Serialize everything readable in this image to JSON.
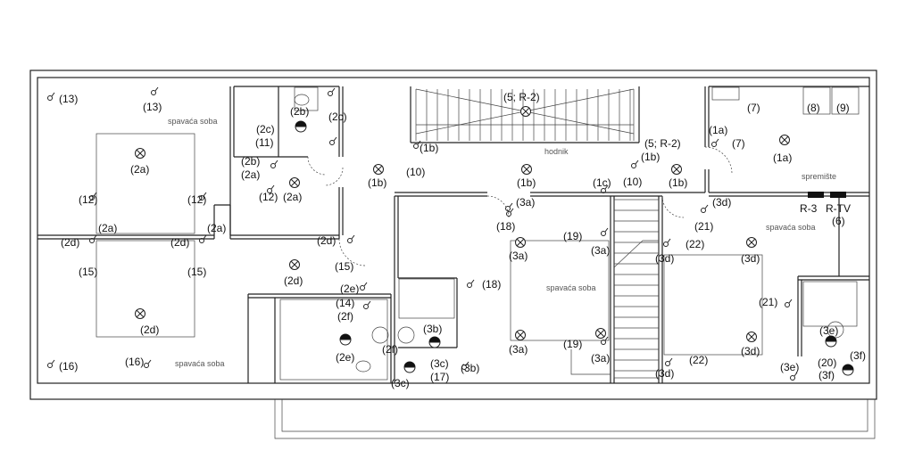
{
  "rooms": [
    {
      "id": "r1",
      "text": "spavaća soba"
    },
    {
      "id": "r2",
      "text": "spavaća soba"
    },
    {
      "id": "r3",
      "text": "hodnik"
    },
    {
      "id": "r4",
      "text": "spremište"
    },
    {
      "id": "r5",
      "text": "spavaća soba"
    },
    {
      "id": "r6",
      "text": "spavaća soba"
    }
  ],
  "panels": [
    {
      "id": "p1",
      "text": "R-3"
    },
    {
      "id": "p2",
      "text": "R-TV"
    }
  ],
  "labels": [
    {
      "id": "l1",
      "text": "(13)"
    },
    {
      "id": "l2",
      "text": "(13)"
    },
    {
      "id": "l3",
      "text": "(2a)"
    },
    {
      "id": "l4",
      "text": "(2c)"
    },
    {
      "id": "l5",
      "text": "(11)"
    },
    {
      "id": "l6",
      "text": "(2b)"
    },
    {
      "id": "l7",
      "text": "(2c)"
    },
    {
      "id": "l8",
      "text": "(2b)"
    },
    {
      "id": "l9",
      "text": "(2a)"
    },
    {
      "id": "l10",
      "text": "(12)"
    },
    {
      "id": "l11",
      "text": "(2a)"
    },
    {
      "id": "l12",
      "text": "(12)"
    },
    {
      "id": "l13",
      "text": "(2a)"
    },
    {
      "id": "l14",
      "text": "(12)"
    },
    {
      "id": "l15",
      "text": "(2a)"
    },
    {
      "id": "l16",
      "text": "(2d)"
    },
    {
      "id": "l17",
      "text": "(2d)"
    },
    {
      "id": "l18",
      "text": "(15)"
    },
    {
      "id": "l19",
      "text": "(15)"
    },
    {
      "id": "l20",
      "text": "(2d)"
    },
    {
      "id": "l21",
      "text": "(16)"
    },
    {
      "id": "l22",
      "text": "(16)"
    },
    {
      "id": "l23",
      "text": "(5; R-2)"
    },
    {
      "id": "l24",
      "text": "(1b)"
    },
    {
      "id": "l25",
      "text": "(10)"
    },
    {
      "id": "l26",
      "text": "(1b)"
    },
    {
      "id": "l27",
      "text": "(1b)"
    },
    {
      "id": "l28",
      "text": "(1c)"
    },
    {
      "id": "l29",
      "text": "(5; R-2)"
    },
    {
      "id": "l30",
      "text": "(1b)"
    },
    {
      "id": "l31",
      "text": "(10)"
    },
    {
      "id": "l32",
      "text": "(1b)"
    },
    {
      "id": "l33",
      "text": "(7)"
    },
    {
      "id": "l34",
      "text": "(8)"
    },
    {
      "id": "l35",
      "text": "(9)"
    },
    {
      "id": "l36",
      "text": "(1a)"
    },
    {
      "id": "l37",
      "text": "(7)"
    },
    {
      "id": "l38",
      "text": "(1a)"
    },
    {
      "id": "l39",
      "text": "(3d)"
    },
    {
      "id": "l40",
      "text": "(21)"
    },
    {
      "id": "l41",
      "text": "(6)"
    },
    {
      "id": "l42",
      "text": "(2d)"
    },
    {
      "id": "l43",
      "text": "(15)"
    },
    {
      "id": "l44",
      "text": "(2d)"
    },
    {
      "id": "l45",
      "text": "(3a)"
    },
    {
      "id": "l46",
      "text": "(18)"
    },
    {
      "id": "l47",
      "text": "(19)"
    },
    {
      "id": "l48",
      "text": "(3a)"
    },
    {
      "id": "l49",
      "text": "(3a)"
    },
    {
      "id": "l50",
      "text": "(22)"
    },
    {
      "id": "l51",
      "text": "(3d)"
    },
    {
      "id": "l52",
      "text": "(3d)"
    },
    {
      "id": "l53",
      "text": "(2e)"
    },
    {
      "id": "l54",
      "text": "(14)"
    },
    {
      "id": "l55",
      "text": "(2f)"
    },
    {
      "id": "l56",
      "text": "(18)"
    },
    {
      "id": "l57",
      "text": "(21)"
    },
    {
      "id": "l58",
      "text": "(2e)"
    },
    {
      "id": "l59",
      "text": "(2f)"
    },
    {
      "id": "l60",
      "text": "(3b)"
    },
    {
      "id": "l61",
      "text": "(3c)"
    },
    {
      "id": "l62",
      "text": "(3c)"
    },
    {
      "id": "l63",
      "text": "(17)"
    },
    {
      "id": "l64",
      "text": "(3b)"
    },
    {
      "id": "l65",
      "text": "(3a)"
    },
    {
      "id": "l66",
      "text": "(19)"
    },
    {
      "id": "l67",
      "text": "(3a)"
    },
    {
      "id": "l68",
      "text": "(22)"
    },
    {
      "id": "l69",
      "text": "(3d)"
    },
    {
      "id": "l70",
      "text": "(3d)"
    },
    {
      "id": "l71",
      "text": "(3e)"
    },
    {
      "id": "l72",
      "text": "(20)"
    },
    {
      "id": "l73",
      "text": "(3f)"
    },
    {
      "id": "l74",
      "text": "(3f)"
    },
    {
      "id": "l75",
      "text": "(3e)"
    }
  ]
}
